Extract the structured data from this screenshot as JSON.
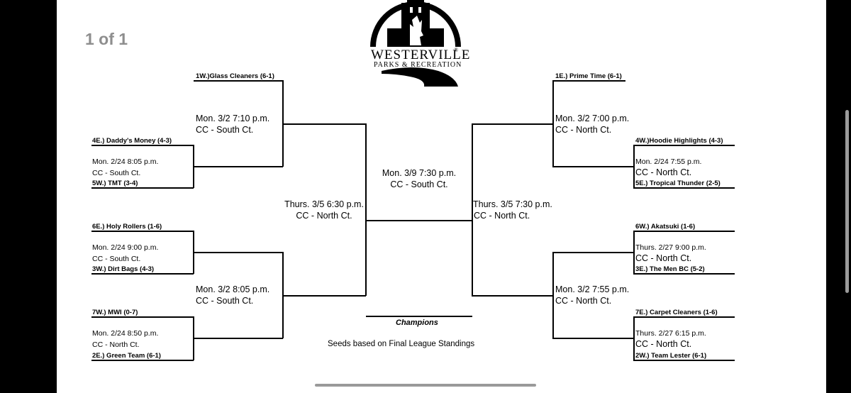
{
  "page_label": "1 of 1",
  "logo": {
    "name": "WESTERVILLE",
    "registered": "®",
    "subtitle": "PARKS & RECREATION"
  },
  "teams": {
    "t1w": "1W.)Glass Cleaners (6-1)",
    "t4e": "4E.) Daddy's Money (4-3)",
    "t5w": "5W.) TMT (3-4)",
    "t6e": "6E.) Holy Rollers (1-6)",
    "t3w": "3W.) Dirt Bags (4-3)",
    "t7w": "7W.) MWI (0-7)",
    "t2e": "2E.)  Green Team (6-1)",
    "t1e": "1E.) Prime Time (6-1)",
    "t4w": "4W.)Hoodie Highlights (4-3)",
    "t5e": "5E.) Tropical Thunder (2-5)",
    "t6w": "6W.) Akatsuki (1-6)",
    "t3e": "3E.) The Men BC (5-2)",
    "t7e": "7E.) Carpet Cleaners (1-6)",
    "t2w": "2W.) Team Lester (6-1)"
  },
  "games": {
    "l1": {
      "time": "Mon. 2/24 8:05 p.m.",
      "court": "CC - South Ct."
    },
    "l2": {
      "time": "Mon. 2/24 9:00 p.m.",
      "court": "CC - South Ct."
    },
    "l3": {
      "time": "Mon. 2/24 8:50 p.m.",
      "court": "CC - North Ct."
    },
    "r1": {
      "time": "Mon. 2/24 7:55 p.m.",
      "court": "CC - North Ct."
    },
    "r2": {
      "time": "Thurs. 2/27 9:00 p.m.",
      "court": "CC - North Ct."
    },
    "r3": {
      "time": "Thurs. 2/27 6:15 p.m.",
      "court": "CC - North Ct."
    },
    "lq1": {
      "time": "Mon. 3/2 7:10 p.m.",
      "court": "CC - South Ct."
    },
    "lq2": {
      "time": "Mon. 3/2 8:05 p.m.",
      "court": "CC - South Ct."
    },
    "rq1": {
      "time": "Mon. 3/2 7:00 p.m.",
      "court": "CC - North Ct."
    },
    "rq2": {
      "time": "Mon. 3/2 7:55 p.m.",
      "court": "CC - North Ct."
    },
    "ls": {
      "time": "Thurs. 3/5 6:30 p.m.",
      "court": "CC - North Ct."
    },
    "rs": {
      "time": "Thurs. 3/5 7:30 p.m.",
      "court": "CC - North Ct."
    },
    "final": {
      "time": "Mon. 3/9 7:30 p.m.",
      "court": "CC - South Ct."
    }
  },
  "champions_label": "Champions",
  "seeds_note": "Seeds based on Final League Standings"
}
